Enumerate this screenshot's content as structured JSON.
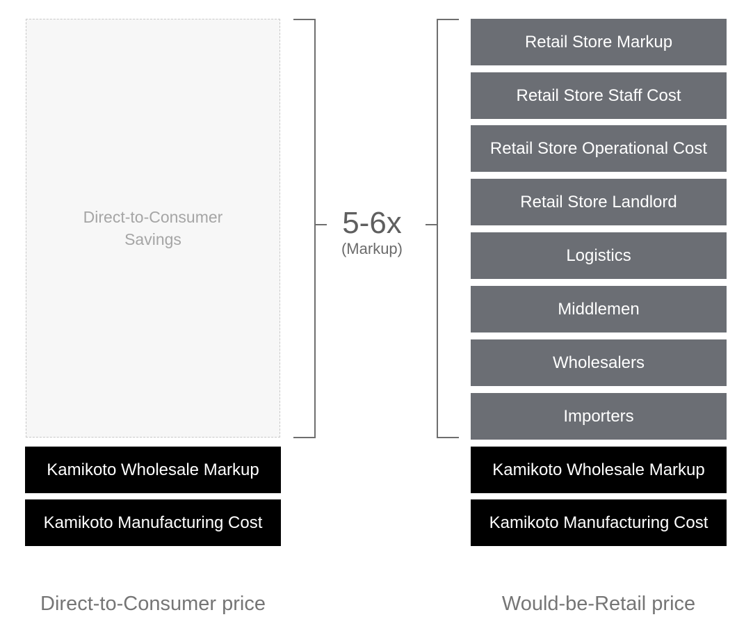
{
  "left": {
    "savings_label": "Direct-to-Consumer Savings",
    "wholesale_markup": "Kamikoto Wholesale Markup",
    "manufacturing_cost": "Kamikoto Manufacturing Cost",
    "caption": "Direct-to-Consumer price"
  },
  "markup": {
    "value": "5-6x",
    "label": "(Markup)"
  },
  "right": {
    "items": [
      "Retail Store Markup",
      "Retail Store Staff Cost",
      "Retail Store Operational Cost",
      "Retail Store Landlord",
      "Logistics",
      "Middlemen",
      "Wholesalers",
      "Importers"
    ],
    "wholesale_markup": "Kamikoto Wholesale Markup",
    "manufacturing_cost": "Kamikoto Manufacturing Cost",
    "caption": "Would-be-Retail price"
  },
  "colors": {
    "retail_box": "#6b6e74",
    "kamikoto_box": "#000000",
    "savings_bg": "#f7f7f7",
    "bracket": "#6e6e6e"
  }
}
